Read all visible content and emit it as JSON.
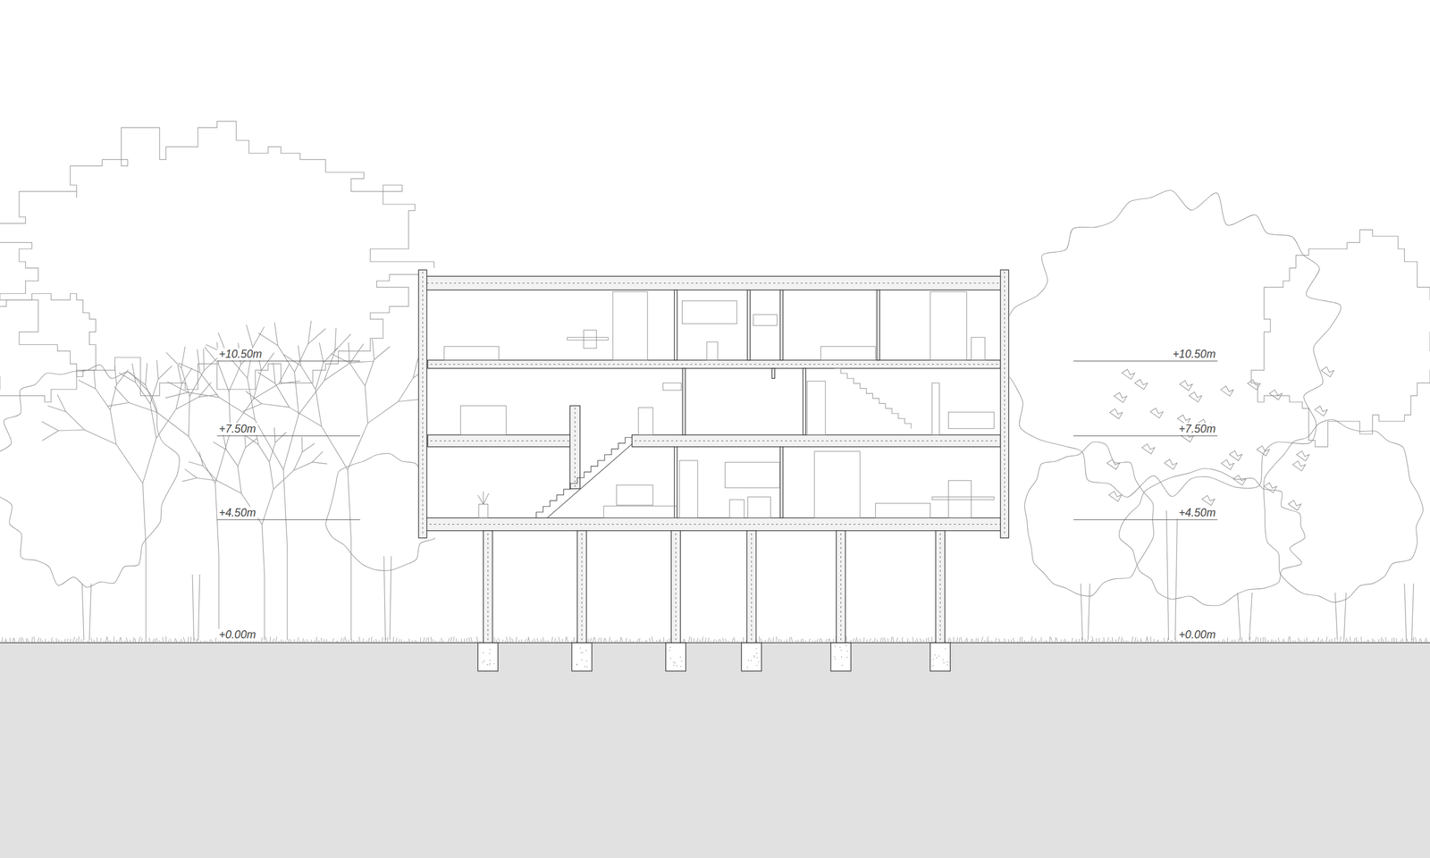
{
  "diagram": {
    "labels": [
      "+10.50m",
      "+10.50m",
      "+7.50m",
      "+7.50m",
      "+4.50m",
      "+4.50m",
      "+0.00m",
      "+0.00m"
    ]
  }
}
